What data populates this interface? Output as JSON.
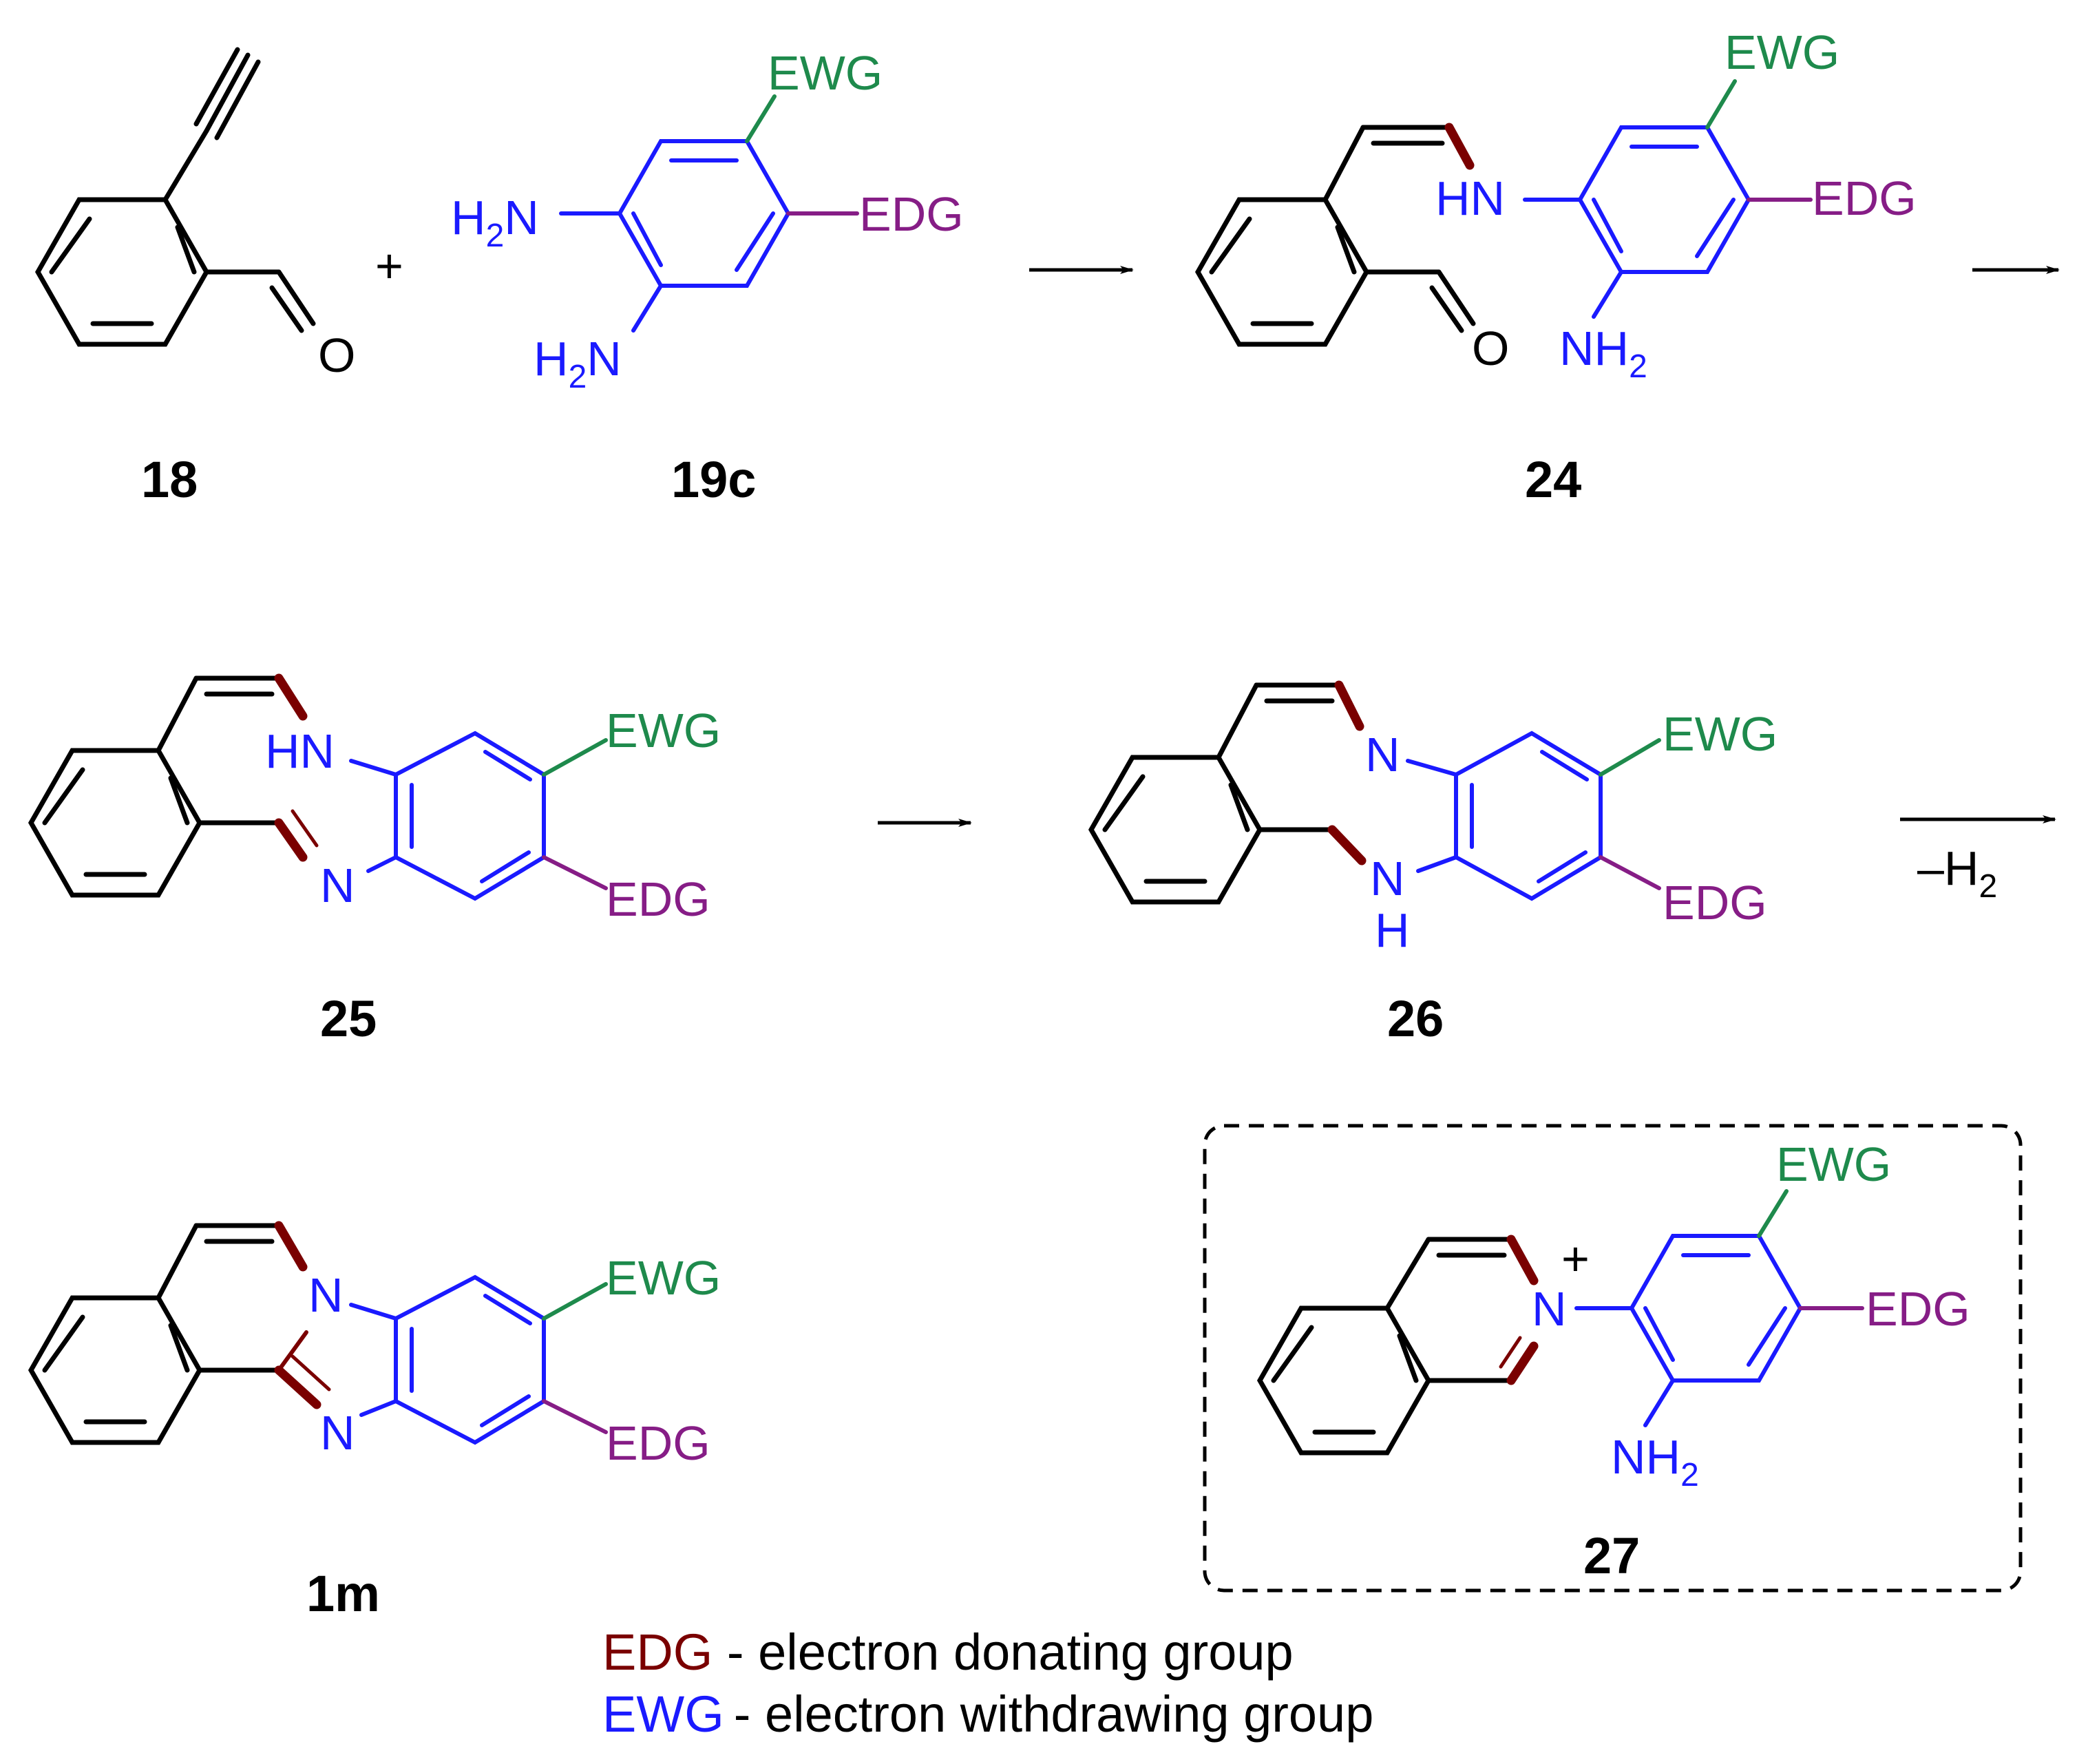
{
  "colors": {
    "bond": "#000000",
    "amine": "#1a1aff",
    "ewg": "#1e8a4c",
    "edg": "#861d86",
    "highlight": "#7a0000",
    "legend_edg": "#7a0000",
    "legend_ewg": "#1a1aff"
  },
  "atoms": {
    "O": "O",
    "H": "H",
    "N": "N",
    "HN": "HN",
    "NH": "NH",
    "2": "2",
    "plus": "+",
    "ewg": "EWG",
    "edg": "EDG"
  },
  "compounds": {
    "c18": "18",
    "c19c": "19c",
    "c24": "24",
    "c25": "25",
    "c26": "26",
    "c1m": "1m",
    "c27": "27"
  },
  "operators": {
    "plus": "+",
    "minus_h2": "–H"
  },
  "legend": {
    "edg_abbr": "EDG",
    "edg_text": " - electron donating group",
    "ewg_abbr": "EWG",
    "ewg_text": "- electron withdrawing group"
  }
}
